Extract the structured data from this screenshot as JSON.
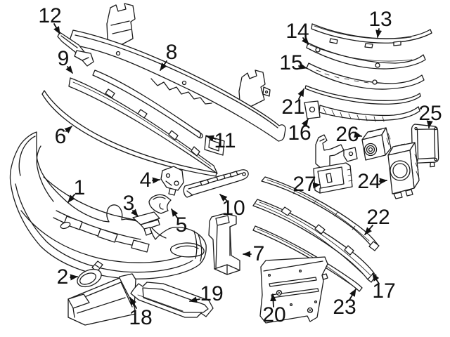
{
  "diagram": {
    "type": "exploded-parts-diagram",
    "subject": "front bumper assembly",
    "background_color": "#ffffff",
    "line_color": "#1a1a1a",
    "label_color": "#111111",
    "labels": [
      {
        "text": "1"
      },
      {
        "text": "2"
      },
      {
        "text": "3"
      },
      {
        "text": "4"
      },
      {
        "text": "5"
      },
      {
        "text": "6"
      },
      {
        "text": "7"
      },
      {
        "text": "8"
      },
      {
        "text": "9"
      },
      {
        "text": "10"
      },
      {
        "text": "11"
      },
      {
        "text": "12"
      },
      {
        "text": "13"
      },
      {
        "text": "14"
      },
      {
        "text": "15"
      },
      {
        "text": "16"
      },
      {
        "text": "17"
      },
      {
        "text": "18"
      },
      {
        "text": "19"
      },
      {
        "text": "20"
      },
      {
        "text": "21"
      },
      {
        "text": "22"
      },
      {
        "text": "23"
      },
      {
        "text": "24"
      },
      {
        "text": "25"
      },
      {
        "text": "26"
      },
      {
        "text": "27"
      }
    ]
  }
}
